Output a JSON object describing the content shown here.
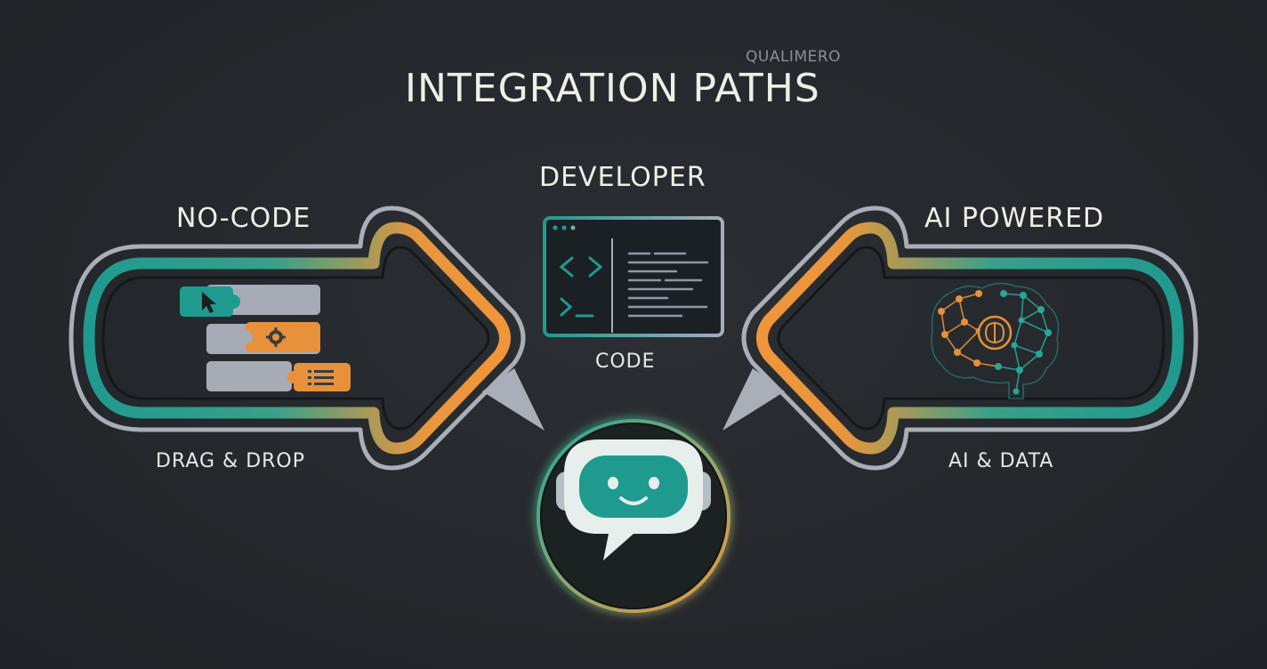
{
  "brand": "QUALIMERO",
  "title": "INTEGRATION PATHS",
  "paths": {
    "no_code": {
      "title": "NO-CODE",
      "subtitle": "DRAG & DROP",
      "icon": "puzzle-blocks-icon"
    },
    "developer": {
      "title": "DEVELOPER",
      "subtitle": "CODE",
      "icon": "code-editor-window-icon"
    },
    "ai_powered": {
      "title": "AI POWERED",
      "subtitle": "AI & DATA",
      "icon": "ai-brain-icon"
    }
  },
  "center": {
    "icon": "chatbot-icon"
  },
  "colors": {
    "background": "#24272b",
    "teal": "#1f9a8e",
    "orange": "#f0953a",
    "outline": "#a9aeb8",
    "text": "#eef0e6"
  }
}
